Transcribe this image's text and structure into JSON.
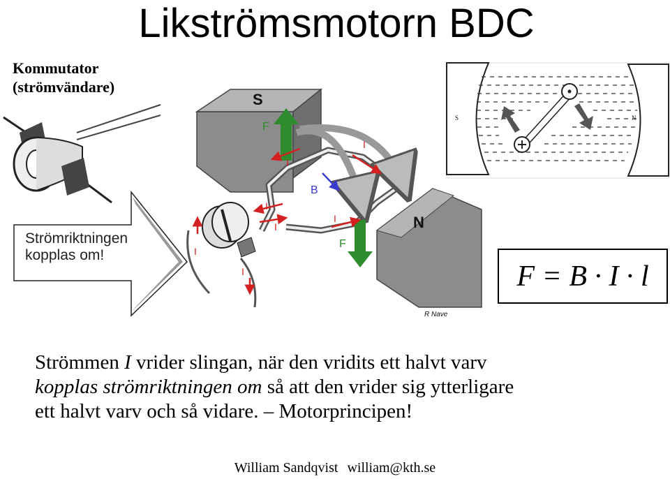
{
  "title": "Likströmsmotorn BDC",
  "commutator_label": [
    "Kommutator",
    "(strömvändare)"
  ],
  "arrow_text": [
    "Strömriktningen",
    "kopplas om!"
  ],
  "formula": "F = B · I · l",
  "motor_labels": {
    "south": "S",
    "north": "N",
    "force": "F",
    "current": "I",
    "field": "B",
    "credit": "R Nave"
  },
  "field_labels": {
    "south": "S",
    "north": "N"
  },
  "body_text": {
    "line1_a": "Strömmen ",
    "line1_b": "I",
    "line1_c": " vrider slingan, när den vridits ett halvt varv",
    "line2_a": "kopplas strömriktningen om",
    "line2_b": " så att den vrider sig ytterligare",
    "line3": "ett halvt varv och så vidare. – Motorprincipen!"
  },
  "footer": {
    "name": "William Sandqvist",
    "email": "william@kth.se"
  },
  "colors": {
    "force_arrow": "#2e8b2e",
    "current_arrow": "#d42020",
    "field_arrow": "#3b3bd0",
    "magnet": "#8c8c8c"
  }
}
